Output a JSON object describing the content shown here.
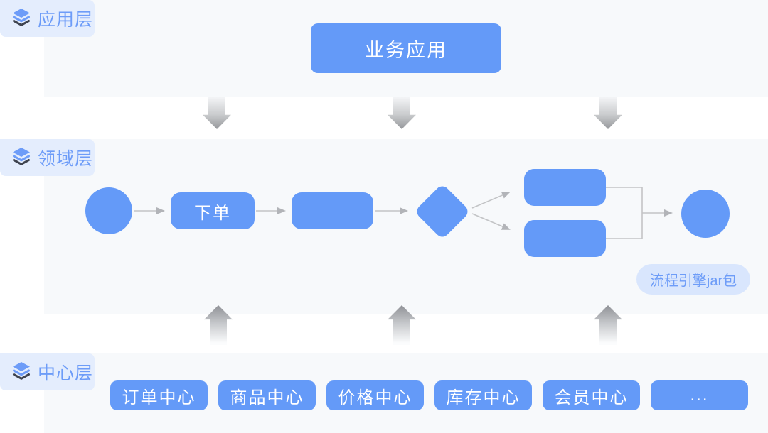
{
  "badges": {
    "application": "应用层",
    "domain": "领域层",
    "center": "中心层"
  },
  "application_layer": {
    "business_app": "业务应用"
  },
  "domain_layer": {
    "order_step": "下单",
    "engine_pill": "流程引擎jar包"
  },
  "center_layer": {
    "items": [
      "订单中心",
      "商品中心",
      "价格中心",
      "库存中心",
      "会员中心",
      "..."
    ]
  },
  "icons": {
    "layers_icon": "layers-stack"
  },
  "colors": {
    "node_blue": "#649af8",
    "band_bg": "#f7f9fb",
    "badge_bg": "#e4edfd",
    "accent_text": "#6d9cf8",
    "pill_bg": "#d9e6fd",
    "connector_gray": "#c3c4c6",
    "arrow_gradient_dark": "#95979b",
    "arrow_gradient_light": "#f5f6f8"
  }
}
